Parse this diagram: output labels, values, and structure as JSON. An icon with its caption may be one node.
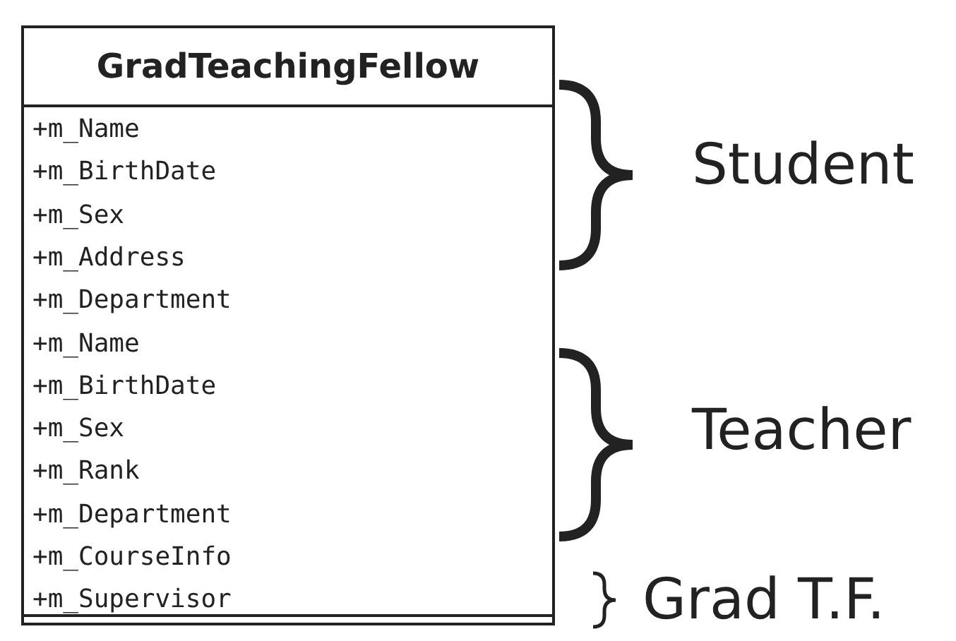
{
  "diagram": {
    "nodes": [
      {
        "text": [
          "GradTeachingFellow",
          "+m_Name",
          "+m_BirthDate",
          "+m_Sex",
          "+m_Address",
          "+m_Department",
          "+m_Name",
          "+m_BirthDate",
          "+m_Sex",
          "+m_Rank",
          "+m_Department",
          "+m_CourseInfo",
          "+m_Supervisor"
        ]
      }
    ],
    "edges": [],
    "labels": [
      "Student",
      "Teacher",
      "Grad T.F."
    ]
  }
}
